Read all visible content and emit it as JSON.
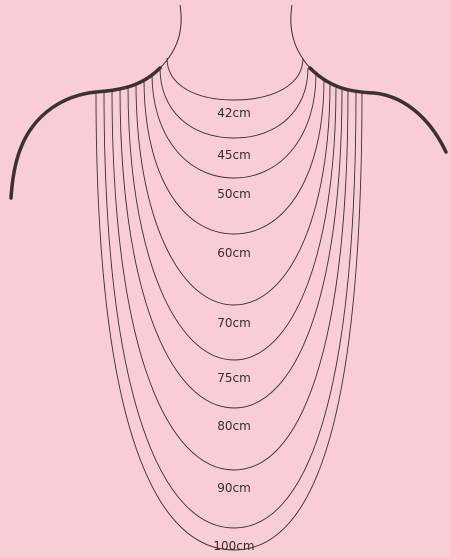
{
  "colors": {
    "background": "#f9cdd5",
    "line": "#3a2e2e"
  },
  "labels": [
    "42cm",
    "45cm",
    "50cm",
    "60cm",
    "70cm",
    "75cm",
    "80cm",
    "90cm",
    "100cm"
  ]
}
